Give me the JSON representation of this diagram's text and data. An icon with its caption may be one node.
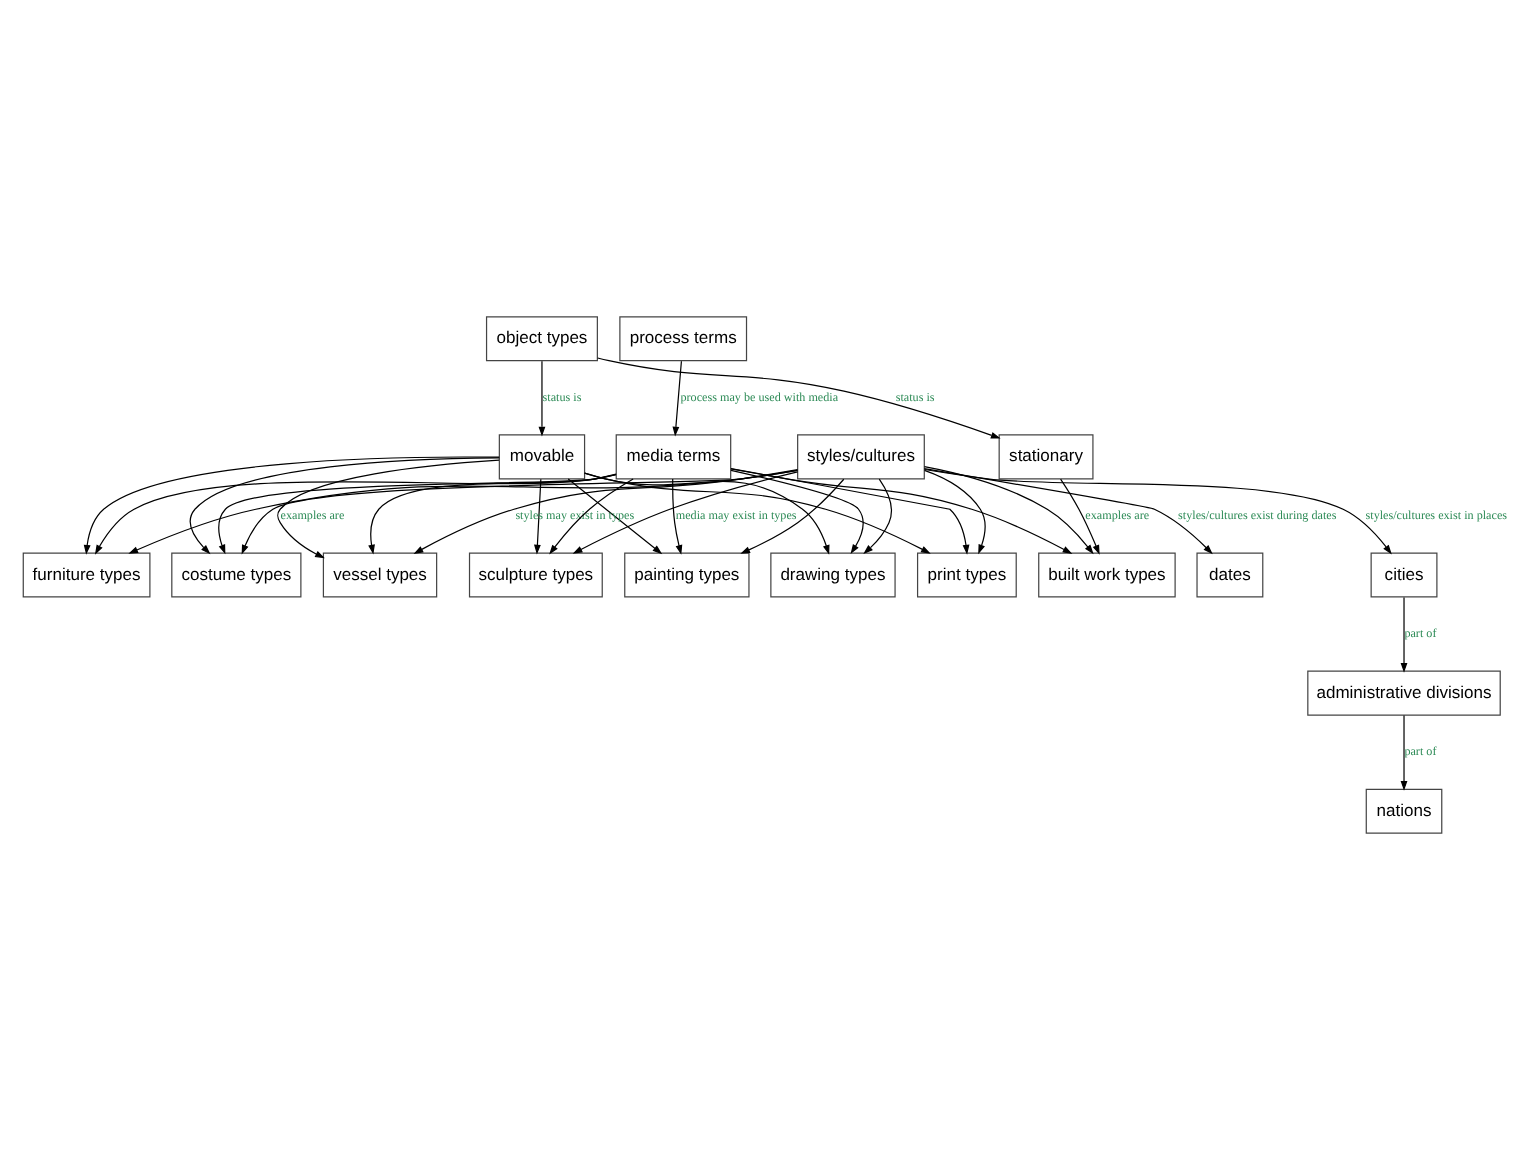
{
  "diagram": {
    "nodes": [
      {
        "text": [
          "object types"
        ]
      },
      {
        "text": [
          "movable"
        ]
      },
      {
        "text": [
          "stationary"
        ]
      },
      {
        "text": [
          "furniture types"
        ]
      },
      {
        "text": [
          "costume types"
        ]
      },
      {
        "text": [
          "vessel types"
        ]
      },
      {
        "text": [
          "sculpture types"
        ]
      },
      {
        "text": [
          "painting types"
        ]
      },
      {
        "text": [
          "drawing types"
        ]
      },
      {
        "text": [
          "print types"
        ]
      },
      {
        "text": [
          "built work types"
        ]
      },
      {
        "text": [
          "styles/cultures"
        ]
      },
      {
        "text": [
          "media terms"
        ]
      },
      {
        "text": [
          "dates"
        ]
      },
      {
        "text": [
          "process terms"
        ]
      },
      {
        "text": [
          "cities"
        ]
      },
      {
        "text": [
          "administrative divisions"
        ]
      },
      {
        "text": [
          "nations"
        ]
      }
    ],
    "edges": [
      {
        "from": 0,
        "to": 1,
        "arrow": "to",
        "label": "status is"
      },
      {
        "from": 0,
        "to": 2,
        "arrow": "to",
        "label": "status is"
      },
      {
        "from": 1,
        "to": 3,
        "arrow": "to"
      },
      {
        "from": 1,
        "to": 4,
        "arrow": "to"
      },
      {
        "from": 1,
        "to": 5,
        "arrow": "to",
        "label": "examples are"
      },
      {
        "from": 1,
        "to": 6,
        "arrow": "to"
      },
      {
        "from": 1,
        "to": 7,
        "arrow": "to"
      },
      {
        "from": 1,
        "to": 8,
        "arrow": "to"
      },
      {
        "from": 1,
        "to": 9,
        "arrow": "to"
      },
      {
        "from": 2,
        "to": 10,
        "arrow": "to",
        "label": "examples are"
      },
      {
        "from": 11,
        "to": 3,
        "arrow": "to"
      },
      {
        "from": 11,
        "to": 4,
        "arrow": "to"
      },
      {
        "from": 11,
        "to": 5,
        "arrow": "to",
        "label": "styles may exist in types"
      },
      {
        "from": 11,
        "to": 6,
        "arrow": "to"
      },
      {
        "from": 11,
        "to": 7,
        "arrow": "to"
      },
      {
        "from": 11,
        "to": 8,
        "arrow": "to"
      },
      {
        "from": 11,
        "to": 9,
        "arrow": "to"
      },
      {
        "from": 11,
        "to": 10,
        "arrow": "to"
      },
      {
        "from": 12,
        "to": 3,
        "arrow": "to"
      },
      {
        "from": 12,
        "to": 4,
        "arrow": "to"
      },
      {
        "from": 12,
        "to": 5,
        "arrow": "to"
      },
      {
        "from": 12,
        "to": 6,
        "arrow": "to"
      },
      {
        "from": 12,
        "to": 7,
        "arrow": "to",
        "label": "media may exist in types"
      },
      {
        "from": 12,
        "to": 8,
        "arrow": "to"
      },
      {
        "from": 12,
        "to": 9,
        "arrow": "to"
      },
      {
        "from": 12,
        "to": 10,
        "arrow": "to"
      },
      {
        "from": 11,
        "to": 13,
        "arrow": "to",
        "label": "styles/cultures exist during dates"
      },
      {
        "from": 14,
        "to": 12,
        "arrow": "to",
        "label": "process may be used with media"
      },
      {
        "from": 11,
        "to": 15,
        "arrow": "to",
        "label": "styles/cultures exist in places"
      },
      {
        "from": 15,
        "to": 16,
        "arrow": "to",
        "label": "part of"
      },
      {
        "from": 16,
        "to": 17,
        "arrow": "to",
        "label": "part of"
      }
    ]
  }
}
